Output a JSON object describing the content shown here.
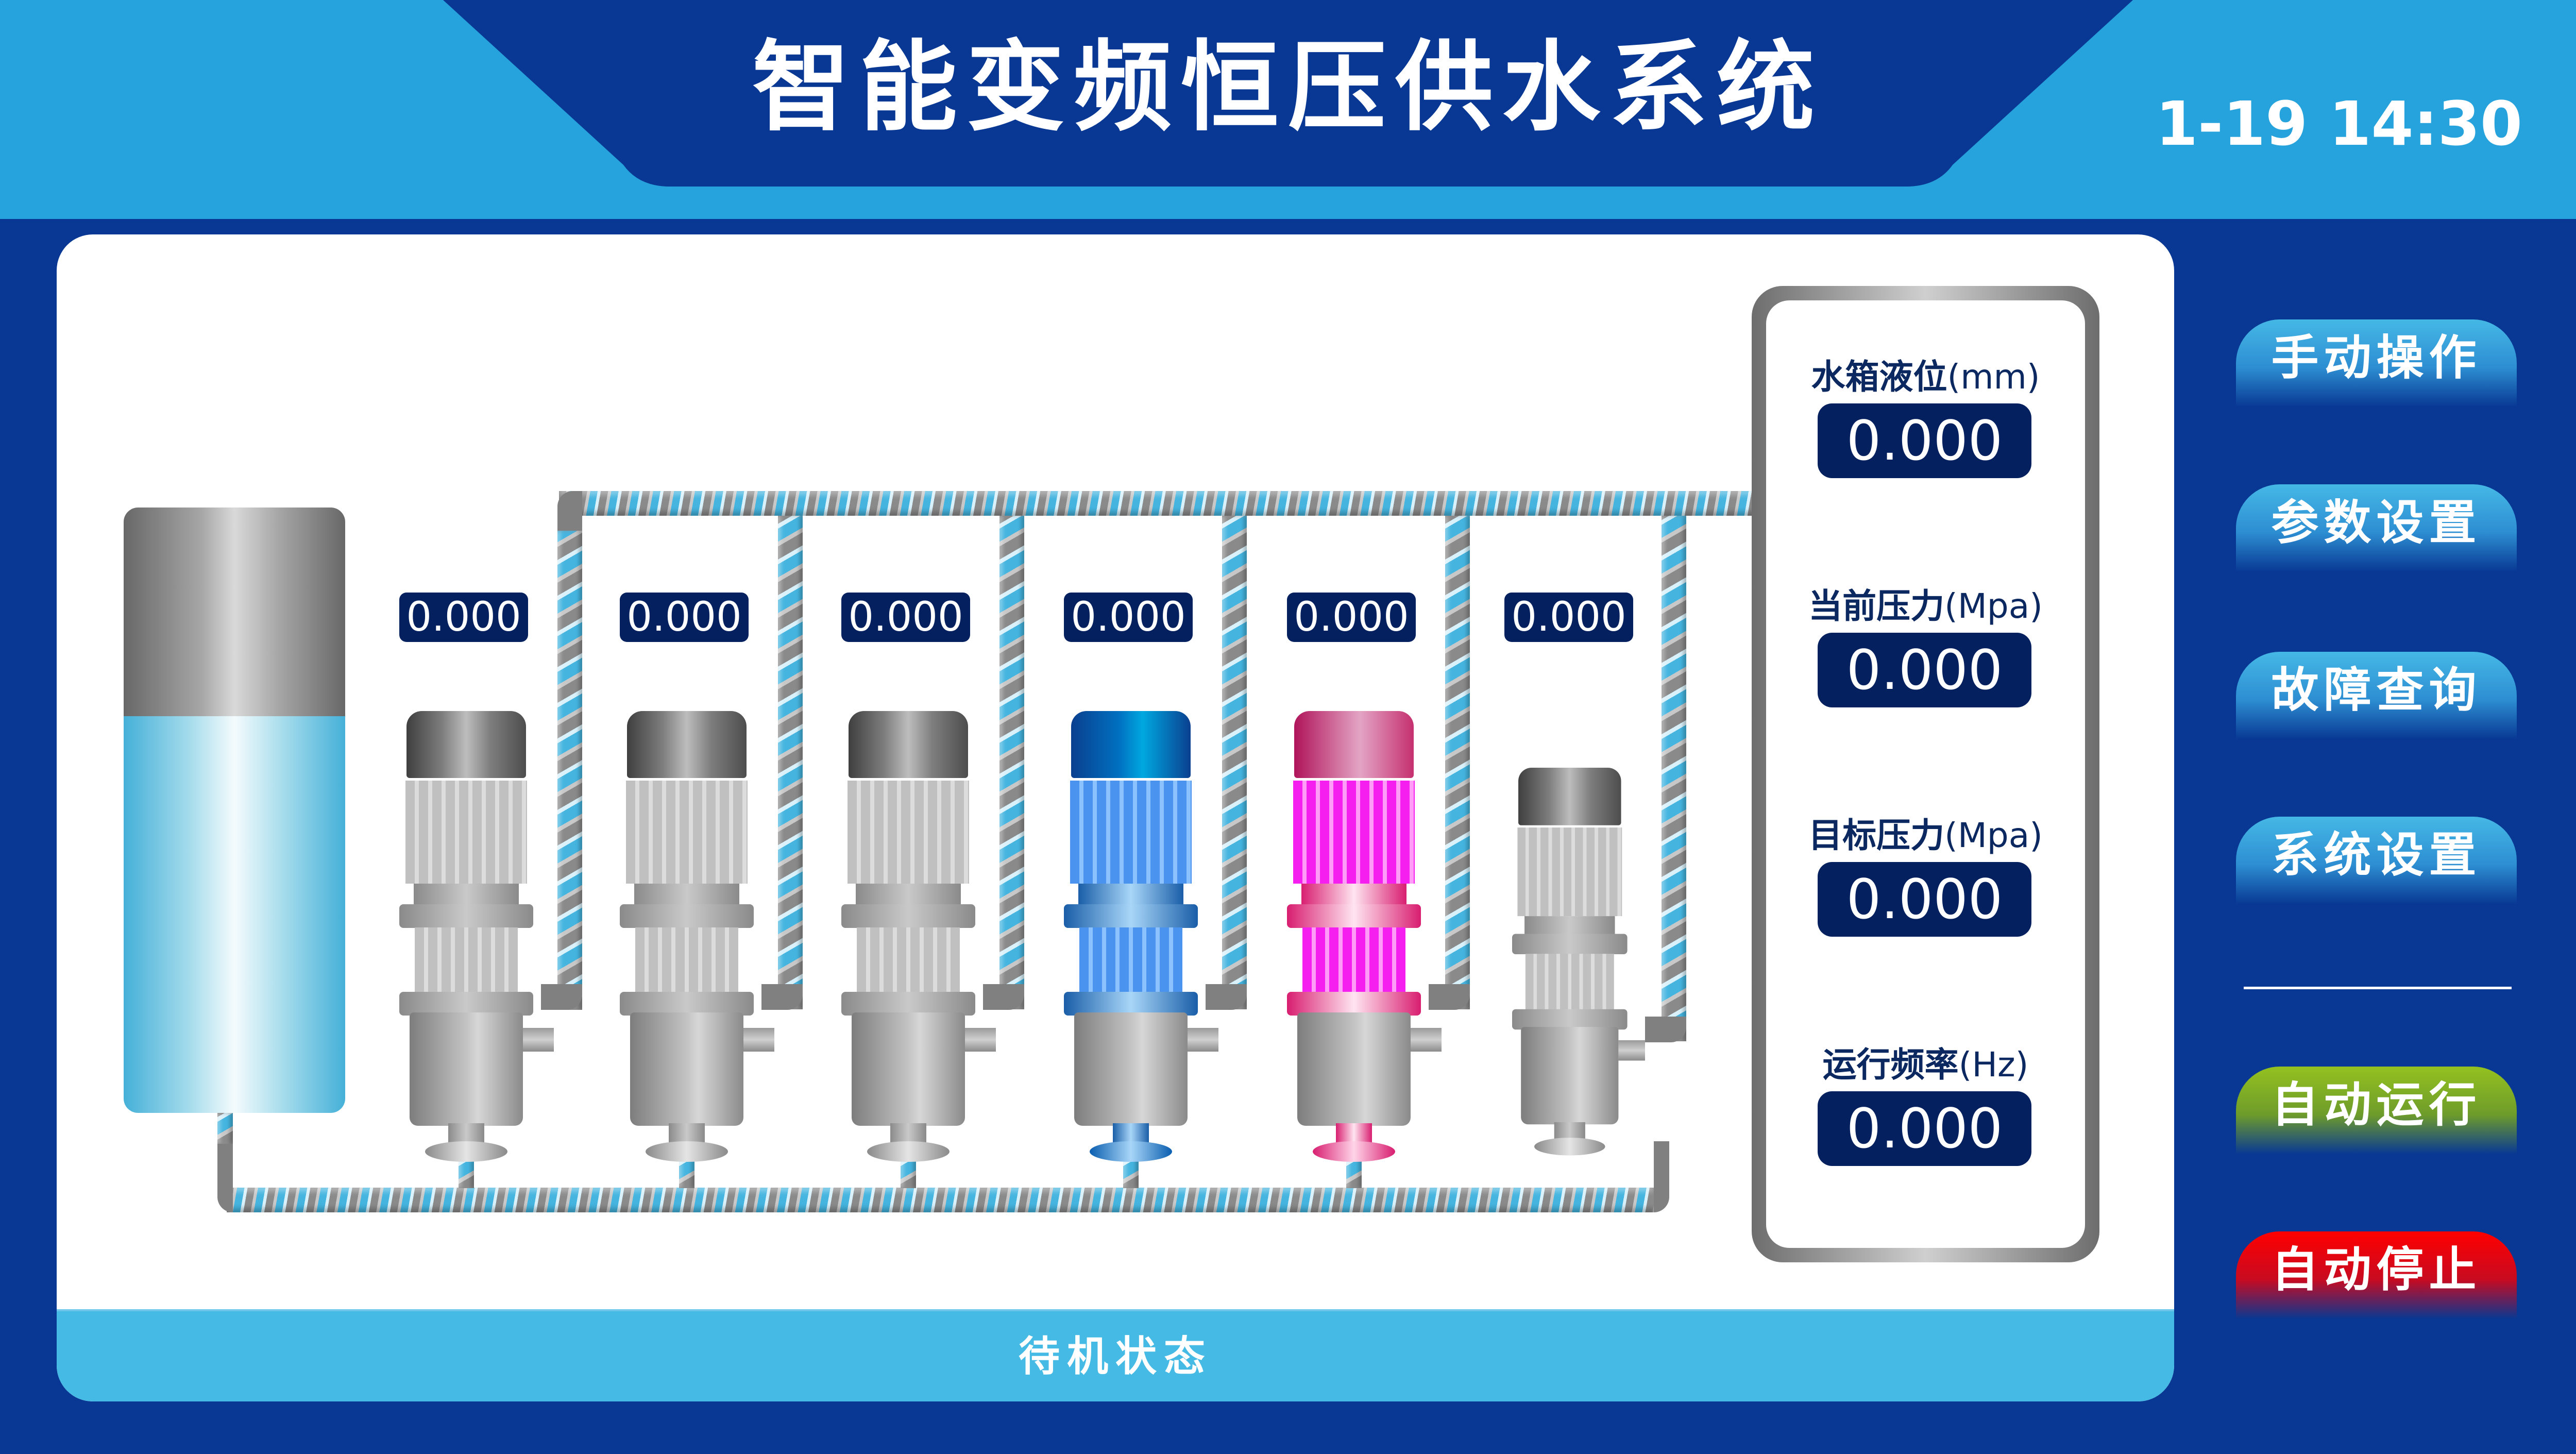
{
  "header": {
    "title": "智能变频恒压供水系统",
    "clock": "1-19  14:30"
  },
  "tank": {
    "name": "water-tank"
  },
  "pumps": [
    {
      "id": 1,
      "value": "0.000",
      "state": "idle",
      "color": "#808080"
    },
    {
      "id": 2,
      "value": "0.000",
      "state": "idle",
      "color": "#808080"
    },
    {
      "id": 3,
      "value": "0.000",
      "state": "idle",
      "color": "#808080"
    },
    {
      "id": 4,
      "value": "0.000",
      "state": "variable-frequency",
      "color": "#1e6fd0"
    },
    {
      "id": 5,
      "value": "0.000",
      "state": "power-frequency",
      "color": "#f020e0"
    },
    {
      "id": 6,
      "value": "0.000",
      "state": "idle-small",
      "color": "#808080"
    }
  ],
  "gauges": [
    {
      "label": "水箱液位",
      "unit": "(mm)",
      "value": "0.000"
    },
    {
      "label": "当前压力",
      "unit": "(Mpa)",
      "value": "0.000"
    },
    {
      "label": "目标压力",
      "unit": "(Mpa)",
      "value": "0.000"
    },
    {
      "label": "运行频率",
      "unit": "(Hz)",
      "value": "0.000"
    }
  ],
  "status_bar": {
    "text": "待机状态"
  },
  "buttons": {
    "manual": "手动操作",
    "params": "参数设置",
    "faults": "故障查询",
    "system": "系统设置",
    "auto_run": "自动运行",
    "auto_stop": "自动停止"
  },
  "colors": {
    "background": "#083893",
    "header_band": "#26a3dc",
    "status_bar": "#45bae4",
    "value_box": "#04205e",
    "run_button": "#94c11f",
    "stop_button": "#ff0000"
  }
}
